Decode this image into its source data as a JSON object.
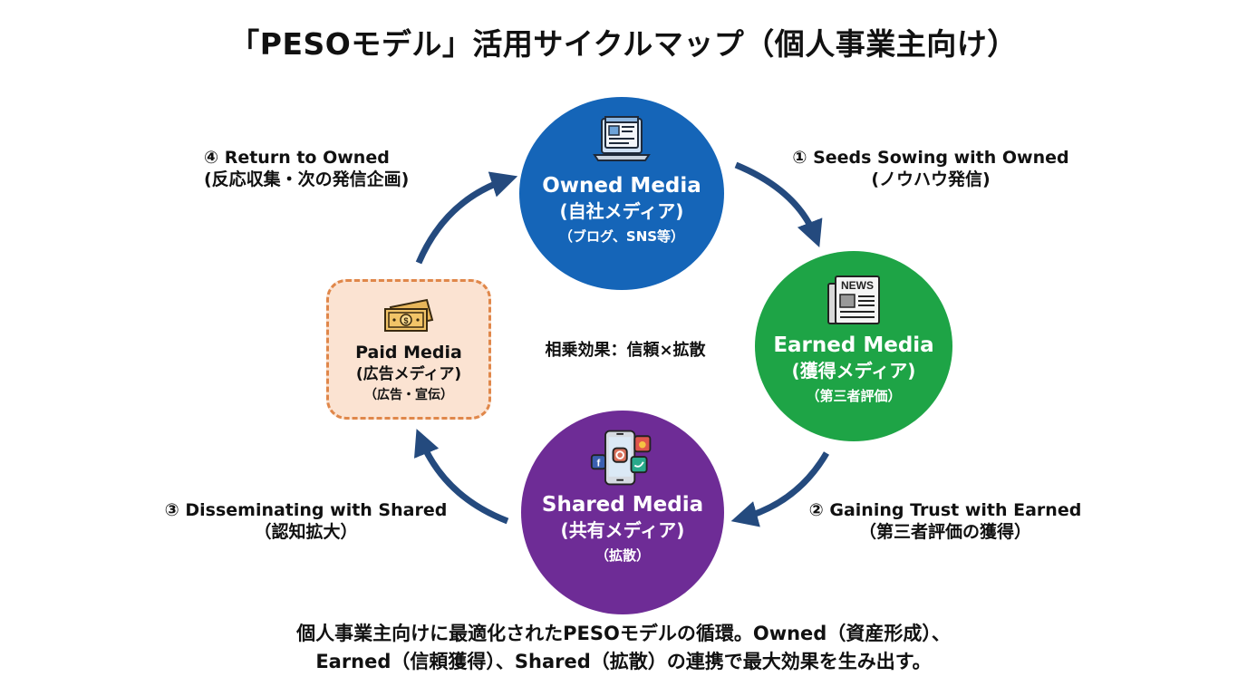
{
  "title": "「PESOモデル」活用サイクルマップ（個人事業主向け）",
  "colors": {
    "owned": "#1565b8",
    "earned": "#1ea446",
    "shared": "#6e2c96",
    "paid_fill": "#fbe3d2",
    "paid_border": "#e0874a",
    "arrow": "#244a7e"
  },
  "nodes": {
    "owned": {
      "name": "Owned Media",
      "jp": "(自社メディア)",
      "sub": "（ブログ、SNS等）",
      "icon": "laptop-webpage-icon"
    },
    "earned": {
      "name": "Earned Media",
      "jp": "(獲得メディア)",
      "sub": "（第三者評価）",
      "icon": "newspaper-icon",
      "icon_text": "NEWS"
    },
    "shared": {
      "name": "Shared Media",
      "jp": "(共有メディア)",
      "sub": "（拡散）",
      "icon": "smartphone-social-icon"
    },
    "paid": {
      "name": "Paid Media",
      "jp": "(広告メディア)",
      "sub": "（広告・宣伝）",
      "icon": "banknote-icon"
    }
  },
  "steps": [
    {
      "id": 1,
      "title": "① Seeds Sowing with Owned",
      "sub": "(ノウハウ発信)"
    },
    {
      "id": 2,
      "title": "② Gaining Trust with Earned",
      "sub": "（第三者評価の獲得）"
    },
    {
      "id": 3,
      "title": "③ Disseminating with Shared",
      "sub": "（認知拡大）"
    },
    {
      "id": 4,
      "title": "④ Return to Owned",
      "sub": "(反応収集・次の発信企画)"
    }
  ],
  "center_label": "相乗効果：信頼×拡散",
  "caption": {
    "line1": "個人事業主向けに最適化されたPESOモデルの循環。Owned（資産形成）、",
    "line2": "Earned（信頼獲得）、Shared（拡散）の連携で最大効果を生み出す。"
  }
}
